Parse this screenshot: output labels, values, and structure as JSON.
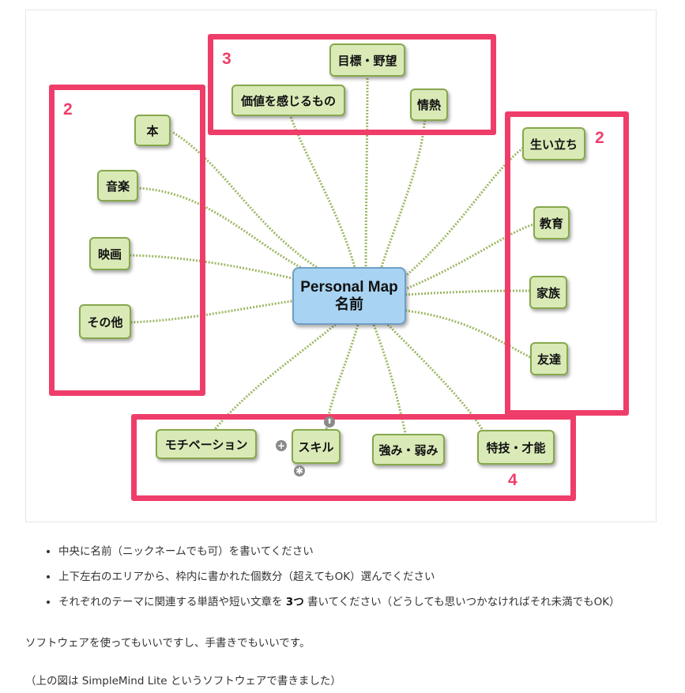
{
  "mindmap": {
    "center": {
      "line1": "Personal Map",
      "line2": "名前"
    },
    "nodes": {
      "hon": "本",
      "ongaku": "音楽",
      "eiga": "映画",
      "sonota": "その他",
      "kachi": "価値を感じるもの",
      "mokuhyou": "目標・野望",
      "jounetsu": "情熱",
      "oitachi": "生い立ち",
      "kyouiku": "教育",
      "kazoku": "家族",
      "tomodachi": "友達",
      "motivation": "モチベーション",
      "skill": "スキル",
      "tsuyomi": "強み・弱み",
      "tokugi": "特技・才能"
    },
    "area_counts": {
      "left": "2",
      "top": "3",
      "right": "2",
      "bottom": "4"
    },
    "skill_controls": {
      "up": "⬆",
      "add": "+",
      "star": "✱"
    },
    "frame_color": "#ef3d6a",
    "node_color": "#d9eab7",
    "center_color": "#a8d3f2"
  },
  "instructions": {
    "item1": "中央に名前（ニックネームでも可）を書いてください",
    "item2": "上下左右のエリアから、枠内に書かれた個数分（超えてもOK）選んでください",
    "item3_pre": "それぞれのテーマに関連する単語や短い文章を ",
    "item3_bold": "3つ",
    "item3_post": " 書いてください（どうしても思いつかなければそれ未満でもOK）"
  },
  "paragraph1": "ソフトウェアを使ってもいいですし、手書きでもいいです。",
  "paragraph2": "（上の図は SimpleMind Lite というソフトウェアで書きました）"
}
